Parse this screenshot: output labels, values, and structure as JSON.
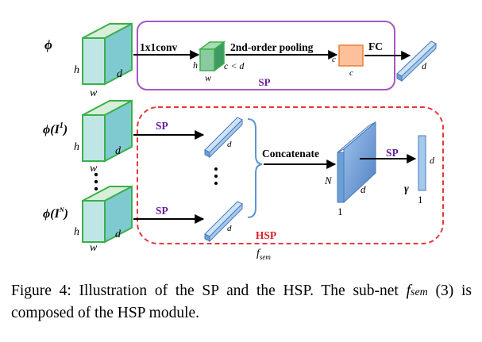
{
  "sp_module": {
    "input": {
      "label": "ϕ",
      "dim_h": "h",
      "dim_w": "w",
      "dim_d": "d"
    },
    "conv_label": "1x1conv",
    "reduced": {
      "dim_h": "h",
      "dim_w": "w",
      "dim_c": "c < d"
    },
    "pooling_label": "2nd-order pooling",
    "matrix": {
      "dim_row": "c",
      "dim_col": "c"
    },
    "fc_label": "FC",
    "output": {
      "dim_d": "d"
    },
    "box_label": "SP"
  },
  "hsp_module": {
    "inputs": [
      {
        "label_base": "ϕ(I",
        "label_sup": "1",
        "dim_h": "h",
        "dim_w": "w",
        "dim_d": "d"
      },
      {
        "label_base": "ϕ(I",
        "label_sup": "N",
        "dim_h": "h",
        "dim_w": "w",
        "dim_d": "d"
      }
    ],
    "sp_label": "SP",
    "vec_dim": "d",
    "concat_label": "Concatenate",
    "matrix": {
      "dim_n": "N",
      "dim_d": "d",
      "dim_one": "1"
    },
    "out_label": "γ",
    "out_dim_d": "d",
    "out_dim_one": "1",
    "box_label": "HSP",
    "fsem_base": "f",
    "fsem_sub": "sem"
  },
  "caption": {
    "part1": "Figure 4: Illustration of the SP and the HSP. The sub-net ",
    "f_base": "f",
    "f_sub": "sem",
    "part2": " (3) is composed of the HSP module."
  },
  "colors": {
    "cube_front": "#bfe6e4",
    "cube_top": "#d8eeda",
    "cube_right": "#7fcad0",
    "cube_edge": "#3bb04a",
    "small_cube_front": "#8bc9a0",
    "small_cube_top": "#a9dbb6",
    "small_cube_right": "#3f9a63",
    "matrix_fill": "#fdc09a",
    "matrix_edge": "#e8803a",
    "bar_light": "#cfe3f7",
    "bar_mid": "#a6c9ee",
    "bar_dark": "#6b9fd8",
    "bar_edge": "#4a7bb8",
    "sp_box": "#a659bd",
    "hsp_box": "#e8363c",
    "sp_text": "#6a1f9a",
    "hsp_text": "#d8232a",
    "brace": "#5a96d3"
  }
}
